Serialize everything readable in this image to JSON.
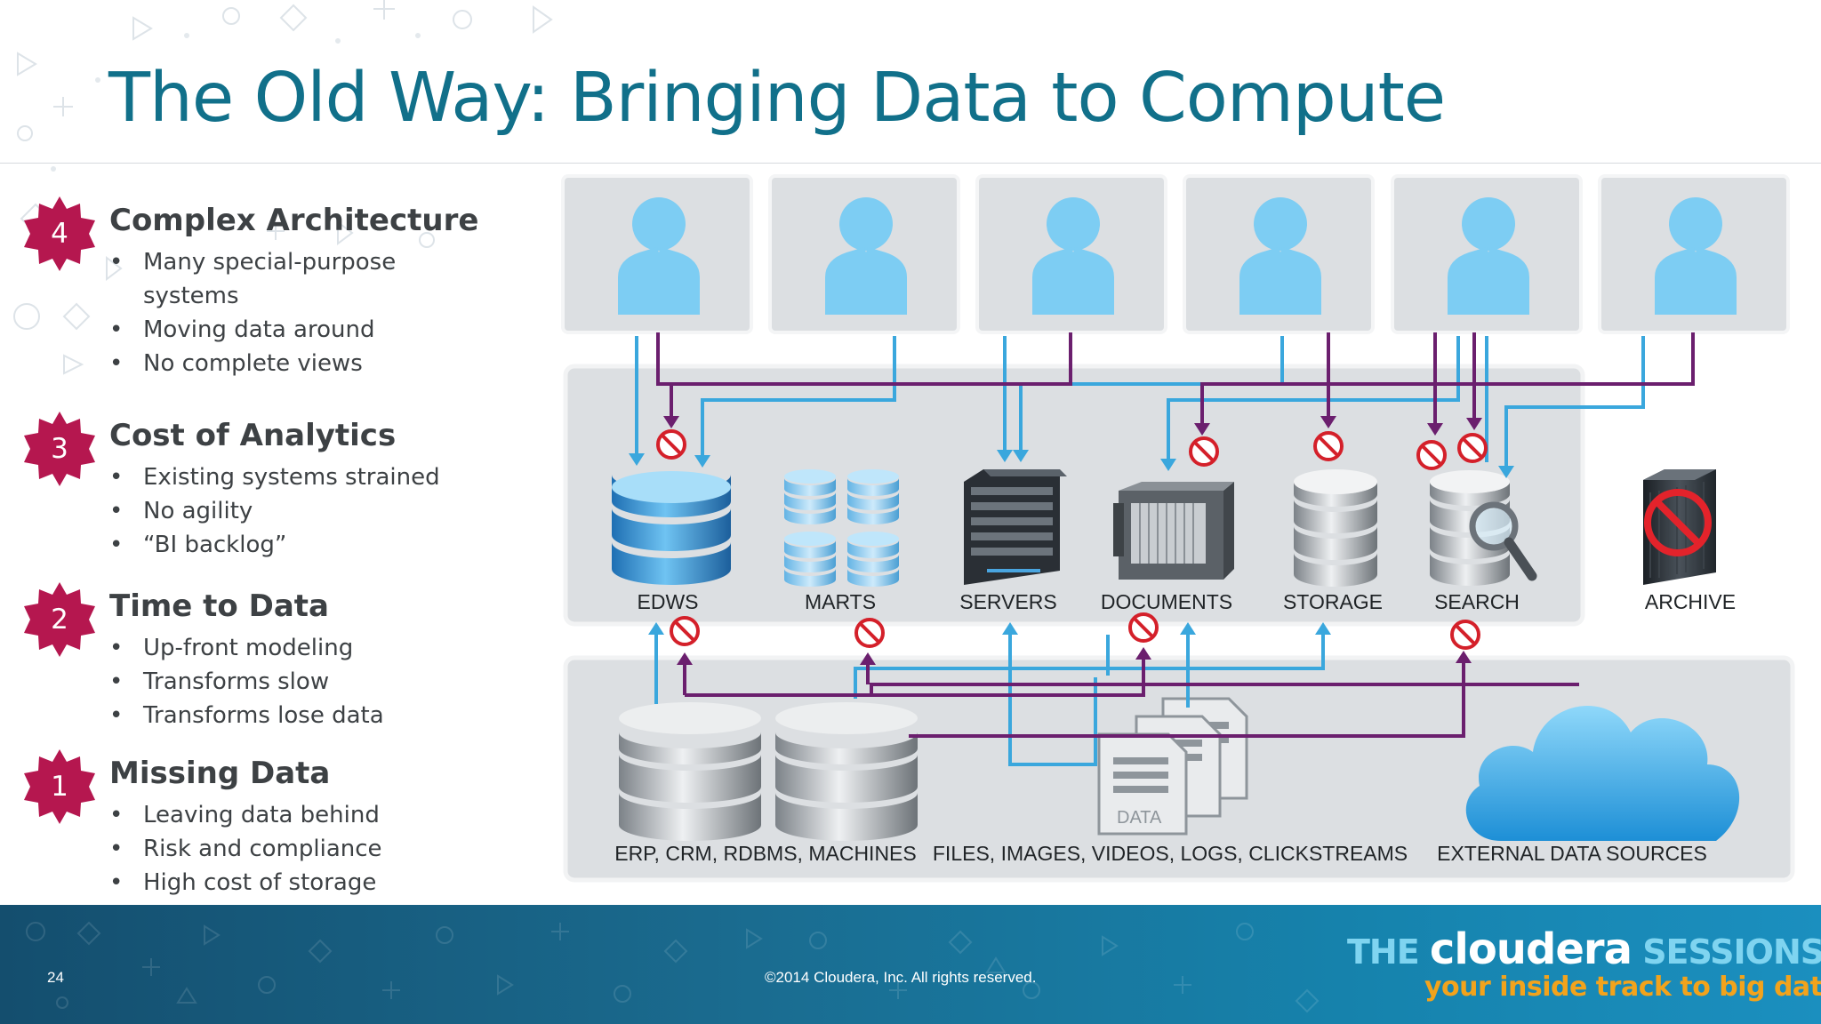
{
  "title": "The Old Way: Bringing Data to Compute",
  "sections": [
    {
      "number": "4",
      "heading": "Complex Architecture",
      "bullets": [
        "Many special-purpose systems",
        "Moving data around",
        "No complete views"
      ]
    },
    {
      "number": "3",
      "heading": "Cost of Analytics",
      "bullets": [
        "Existing systems strained",
        "No agility",
        "“BI backlog”"
      ]
    },
    {
      "number": "2",
      "heading": "Time to Data",
      "bullets": [
        "Up-front modeling",
        "Transforms slow",
        "Transforms lose data"
      ]
    },
    {
      "number": "1",
      "heading": "Missing Data",
      "bullets": [
        "Leaving data behind",
        "Risk and compliance",
        "High cost of storage"
      ]
    }
  ],
  "diagram": {
    "systems": [
      "EDWS",
      "MARTS",
      "SERVERS",
      "DOCUMENTS",
      "STORAGE",
      "SEARCH"
    ],
    "archive": "ARCHIVE",
    "sources": [
      "ERP, CRM, RDBMS, MACHINES",
      "FILES, IMAGES, VIDEOS, LOGS, CLICKSTREAMS",
      "EXTERNAL DATA SOURCES"
    ],
    "doc_label": "DATA",
    "colors": {
      "blue_arrow": "#3aa7dd",
      "purple_arrow": "#6b1f6e",
      "no_symbol": "#d4202a",
      "badge": "#b5174f",
      "user_icon": "#7dcdf3"
    }
  },
  "footer": {
    "page_number": "24",
    "copyright": "©2014 Cloudera, Inc. All rights reserved.",
    "brand_the": "THE",
    "brand_name": "cloudera",
    "brand_sessions": "SESSIONS",
    "tagline": "your inside track to big data"
  }
}
